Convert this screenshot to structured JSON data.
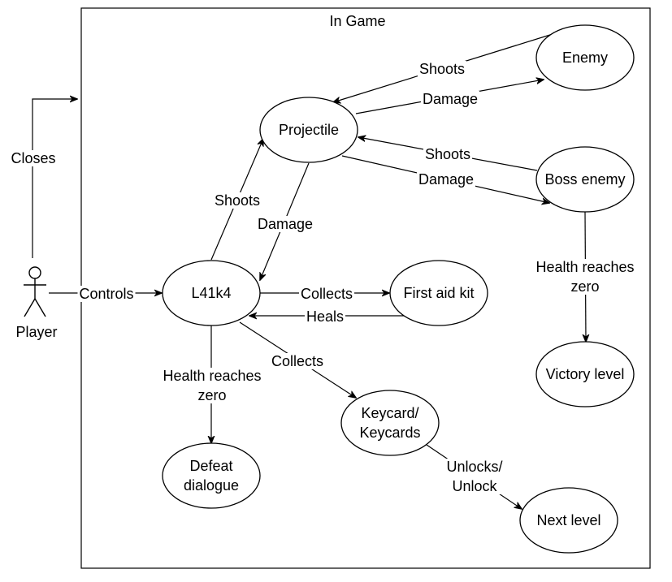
{
  "boundary": {
    "title": "In Game"
  },
  "actor": {
    "label": "Player"
  },
  "nodes": {
    "enemy": {
      "label": [
        "Enemy"
      ]
    },
    "projectile": {
      "label": [
        "Projectile"
      ]
    },
    "boss": {
      "label": [
        "Boss enemy"
      ]
    },
    "l41k4": {
      "label": [
        "L41k4"
      ]
    },
    "firstaid": {
      "label": [
        "First aid kit"
      ]
    },
    "victory": {
      "label": [
        "Victory level"
      ]
    },
    "keycard": {
      "label": [
        "Keycard/",
        "Keycards"
      ]
    },
    "defeat": {
      "label": [
        "Defeat",
        "dialogue"
      ]
    },
    "nextlevel": {
      "label": [
        "Next level"
      ]
    }
  },
  "edges": {
    "closes": {
      "label": [
        "Closes"
      ]
    },
    "controls": {
      "label": [
        "Controls"
      ]
    },
    "enemy_shoots": {
      "label": [
        "Shoots"
      ]
    },
    "enemy_damage": {
      "label": [
        "Damage"
      ]
    },
    "boss_shoots": {
      "label": [
        "Shoots"
      ]
    },
    "boss_damage": {
      "label": [
        "Damage"
      ]
    },
    "player_shoots": {
      "label": [
        "Shoots"
      ]
    },
    "player_damage": {
      "label": [
        "Damage"
      ]
    },
    "collects_aid": {
      "label": [
        "Collects"
      ]
    },
    "heals": {
      "label": [
        "Heals"
      ]
    },
    "collects_key": {
      "label": [
        "Collects"
      ]
    },
    "player_death": {
      "label": [
        "Health reaches",
        "zero"
      ]
    },
    "boss_death": {
      "label": [
        "Health reaches",
        "zero"
      ]
    },
    "unlocks": {
      "label": [
        "Unlocks/",
        "Unlock"
      ]
    }
  }
}
